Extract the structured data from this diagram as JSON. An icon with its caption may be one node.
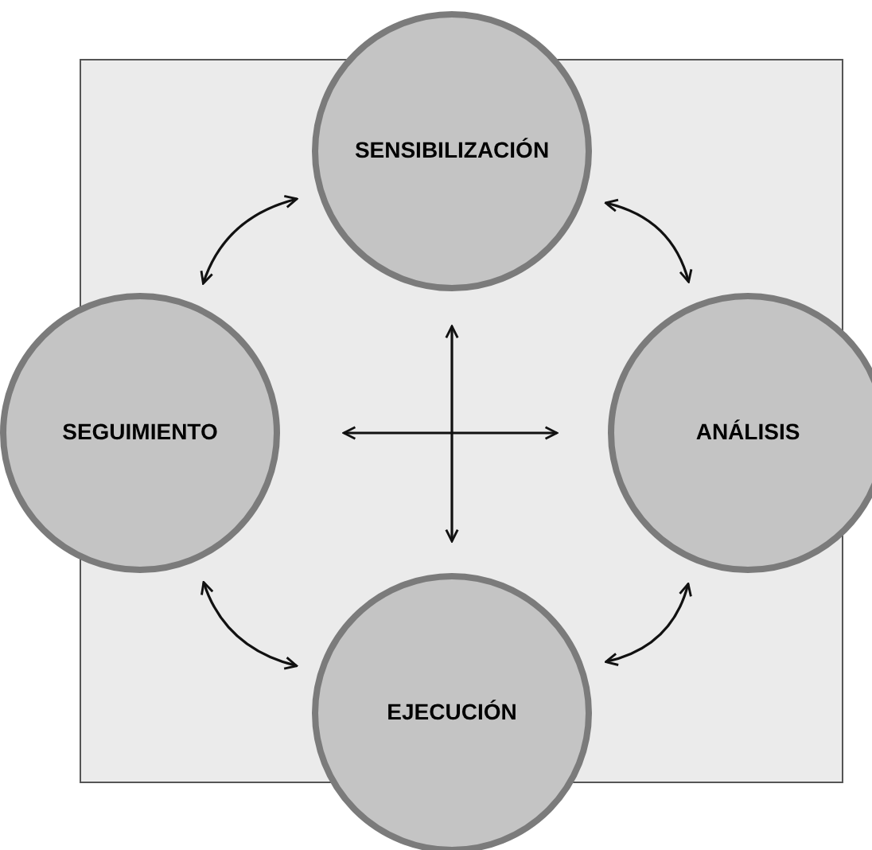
{
  "diagram": {
    "nodes": [
      {
        "text": [
          "SENSIBILIZACIÓN"
        ]
      },
      {
        "text": [
          "SEGUIMIENTO"
        ]
      },
      {
        "text": [
          "ANÁLISIS"
        ]
      },
      {
        "text": [
          "EJECUCIÓN"
        ]
      }
    ],
    "edges": [
      {
        "from": 0,
        "to": 1,
        "arrow": "both"
      },
      {
        "from": 0,
        "to": 2,
        "arrow": "both"
      },
      {
        "from": 1,
        "to": 3,
        "arrow": "both"
      },
      {
        "from": 2,
        "to": 3,
        "arrow": "both"
      }
    ]
  }
}
